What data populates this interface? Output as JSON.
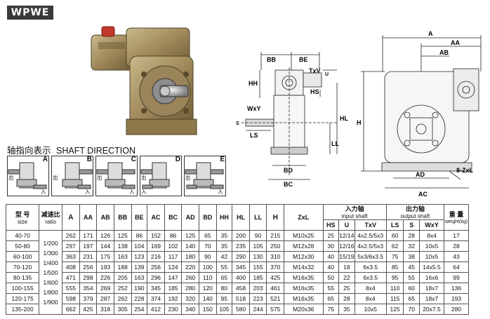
{
  "brand": "WPWE",
  "shaft_direction": {
    "title_cn": "轴指向表示",
    "title_en": "SHAFT DIRECTION",
    "types": [
      "A",
      "B",
      "C",
      "D",
      "E"
    ],
    "in_label": "入",
    "out_label": "出"
  },
  "drawing_labels": {
    "BB": "BB",
    "BE": "BE",
    "TxV": "TxV",
    "U": "U",
    "HH": "HH",
    "HS": "HS",
    "WxY": "WxY",
    "S": "S",
    "LS": "LS",
    "HL": "HL",
    "LL": "LL",
    "BD": "BD",
    "BC": "BC",
    "A": "A",
    "AA": "AA",
    "AB": "AB",
    "H": "H",
    "AD": "AD",
    "AC": "AC",
    "ZxL": "8-ZxL"
  },
  "table": {
    "headers": {
      "type_cn": "型 号",
      "type_en": "size",
      "ratio_cn": "减速比",
      "ratio_en": "ratio",
      "cols": [
        "A",
        "AA",
        "AB",
        "BB",
        "BE",
        "AC",
        "BC",
        "AD",
        "BD",
        "HH",
        "HL",
        "LL",
        "H",
        "ZxL"
      ],
      "input_cn": "入力轴",
      "input_en": "input shaft",
      "input_cols": [
        "HS",
        "U",
        "TxV"
      ],
      "output_cn": "出力轴",
      "output_en": "output shaft",
      "output_cols": [
        "LS",
        "S",
        "WxY"
      ],
      "weight_cn": "重 量",
      "weight_en": "weight(kg)"
    },
    "ratios": [
      "1/200",
      "1/300",
      "1/400",
      "1/500",
      "1/600",
      "1/800",
      "1/900"
    ],
    "rows": [
      {
        "size": "40-70",
        "vals": [
          "262",
          "171",
          "126",
          "125",
          "86",
          "152",
          "86",
          "125",
          "65",
          "35",
          "200",
          "90",
          "215",
          "M10x25",
          "25",
          "12/14",
          "4x2.5/5x3",
          "60",
          "28",
          "8x4",
          "17"
        ]
      },
      {
        "size": "50-80",
        "vals": [
          "297",
          "197",
          "144",
          "138",
          "104",
          "169",
          "102",
          "140",
          "70",
          "35",
          "235",
          "105",
          "250",
          "M12x28",
          "30",
          "12/16",
          "4x2.5/5x3",
          "62",
          "32",
          "10x5",
          "28"
        ]
      },
      {
        "size": "60-100",
        "vals": [
          "363",
          "231",
          "175",
          "163",
          "123",
          "216",
          "117",
          "180",
          "90",
          "42",
          "290",
          "130",
          "310",
          "M12x30",
          "40",
          "15/19",
          "5x3/6x3.5",
          "75",
          "38",
          "10x5",
          "43"
        ]
      },
      {
        "size": "70-120",
        "vals": [
          "408",
          "256",
          "193",
          "188",
          "139",
          "256",
          "124",
          "220",
          "100",
          "55",
          "345",
          "155",
          "370",
          "M14x32",
          "40",
          "18",
          "6x3.5",
          "85",
          "45",
          "14x5.5",
          "64"
        ]
      },
      {
        "size": "80-135",
        "vals": [
          "471",
          "298",
          "226",
          "205",
          "163",
          "296",
          "147",
          "260",
          "110",
          "65",
          "400",
          "185",
          "425",
          "M16x35",
          "50",
          "22",
          "6x3.5",
          "95",
          "55",
          "16x6",
          "99"
        ]
      },
      {
        "size": "100-155",
        "vals": [
          "555",
          "354",
          "269",
          "252",
          "190",
          "345",
          "185",
          "280",
          "120",
          "80",
          "458",
          "203",
          "461",
          "M16x35",
          "55",
          "25",
          "8x4",
          "110",
          "60",
          "18x7",
          "136"
        ]
      },
      {
        "size": "120-175",
        "vals": [
          "598",
          "379",
          "287",
          "262",
          "228",
          "374",
          "192",
          "320",
          "140",
          "95",
          "518",
          "223",
          "521",
          "M16x35",
          "65",
          "28",
          "8x4",
          "115",
          "65",
          "18x7",
          "193"
        ]
      },
      {
        "size": "135-200",
        "vals": [
          "662",
          "425",
          "318",
          "305",
          "254",
          "412",
          "230",
          "340",
          "150",
          "105",
          "580",
          "244",
          "575",
          "M20x36",
          "75",
          "35",
          "10x5",
          "125",
          "70",
          "20x7.5",
          "280"
        ]
      }
    ]
  }
}
